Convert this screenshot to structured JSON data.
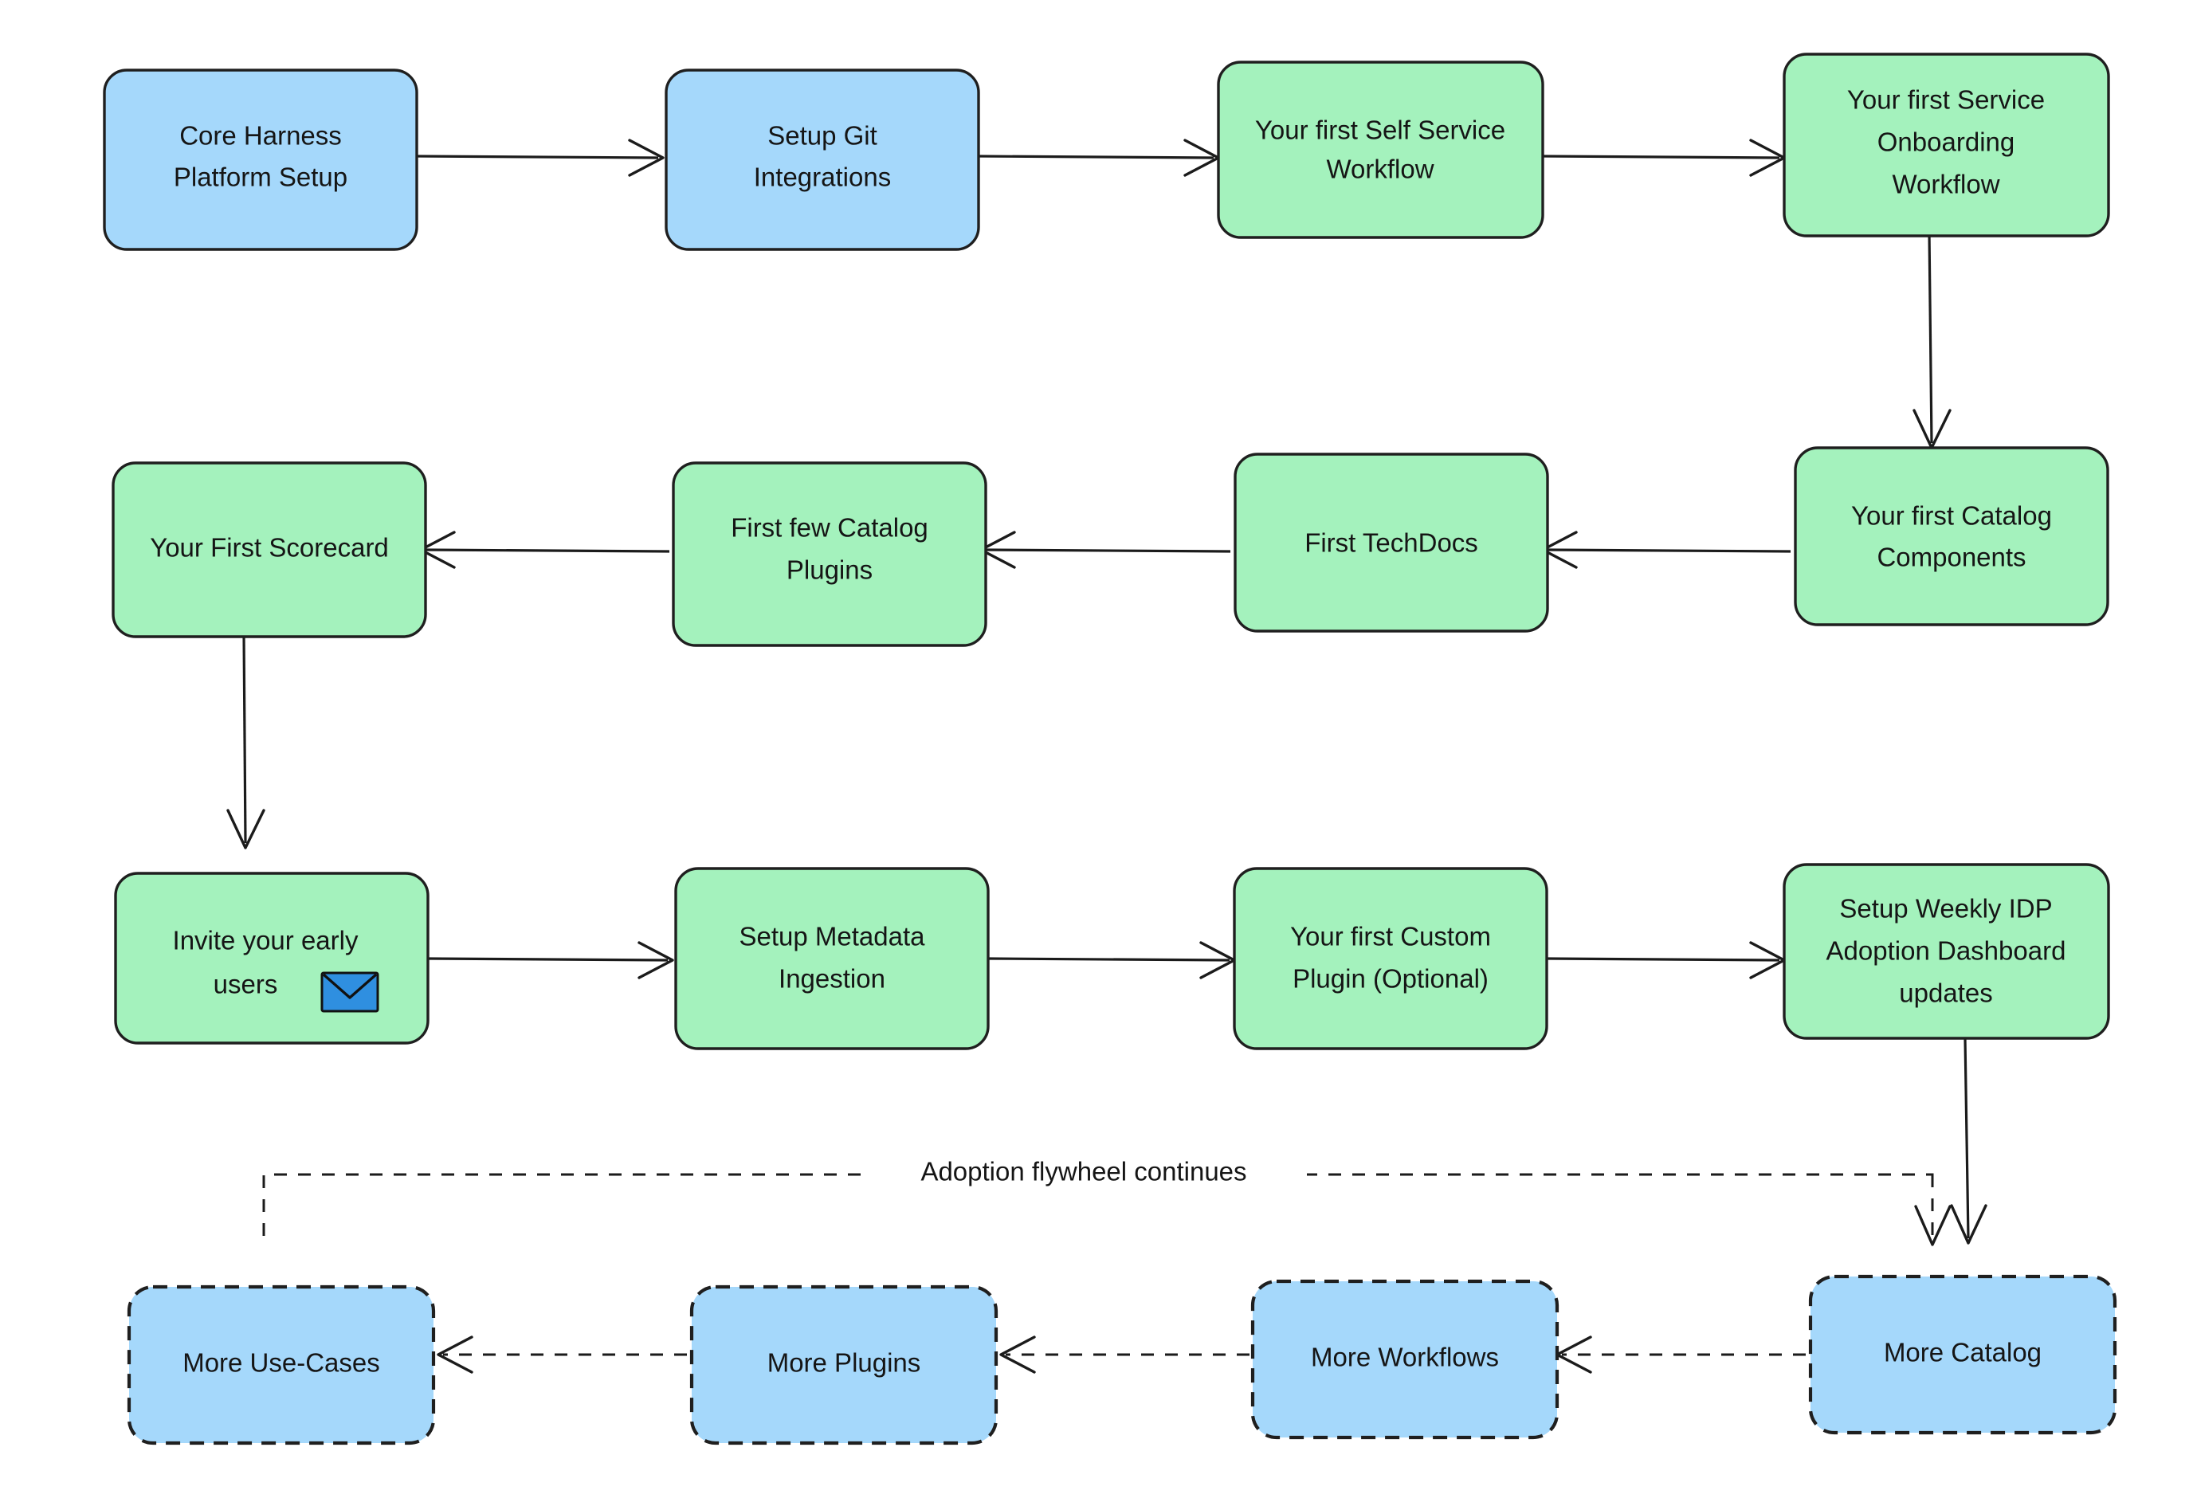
{
  "diagram": {
    "type": "flowchart",
    "orientation": "left-to-right, serpentine, 4 rows",
    "background_color": "#ffffff",
    "palette": {
      "blue_fill": "#a5d8fb",
      "green_fill": "#a4f2bd",
      "stroke": "#1f1f1f",
      "text": "#151515",
      "envelope_blue": "#2f8fe0"
    },
    "edge_label": "Adoption flywheel continues",
    "nodes": [
      {
        "id": "n1",
        "label_line1": "Core Harness",
        "label_line2": "Platform Setup",
        "label_line3": "",
        "fill": "blue",
        "border": "solid",
        "row": 1
      },
      {
        "id": "n2",
        "label_line1": "Setup Git",
        "label_line2": "Integrations",
        "label_line3": "",
        "fill": "blue",
        "border": "solid",
        "row": 1
      },
      {
        "id": "n3",
        "label_line1": "Your first Self Service",
        "label_line2": "Workflow",
        "label_line3": "",
        "fill": "green",
        "border": "solid",
        "row": 1
      },
      {
        "id": "n4",
        "label_line1": "Your first Service",
        "label_line2": "Onboarding",
        "label_line3": "Workflow",
        "fill": "green",
        "border": "solid",
        "row": 1
      },
      {
        "id": "n5",
        "label_line1": "Your first Catalog",
        "label_line2": "Components",
        "label_line3": "",
        "fill": "green",
        "border": "solid",
        "row": 2
      },
      {
        "id": "n6",
        "label_line1": "First TechDocs",
        "label_line2": "",
        "label_line3": "",
        "fill": "green",
        "border": "solid",
        "row": 2
      },
      {
        "id": "n7",
        "label_line1": "First few Catalog",
        "label_line2": "Plugins",
        "label_line3": "",
        "fill": "green",
        "border": "solid",
        "row": 2
      },
      {
        "id": "n8",
        "label_line1": "Your First Scorecard",
        "label_line2": "",
        "label_line3": "",
        "fill": "green",
        "border": "solid",
        "row": 2
      },
      {
        "id": "n9",
        "label_line1": "Invite your early",
        "label_line2": "users",
        "label_line3": "",
        "fill": "green",
        "border": "solid",
        "row": 3,
        "icon": "envelope-emoji"
      },
      {
        "id": "n10",
        "label_line1": "Setup Metadata",
        "label_line2": "Ingestion",
        "label_line3": "",
        "fill": "green",
        "border": "solid",
        "row": 3
      },
      {
        "id": "n11",
        "label_line1": "Your first Custom",
        "label_line2": "Plugin (Optional)",
        "label_line3": "",
        "fill": "green",
        "border": "solid",
        "row": 3
      },
      {
        "id": "n12",
        "label_line1": "Setup Weekly IDP",
        "label_line2": "Adoption Dashboard",
        "label_line3": "updates",
        "fill": "green",
        "border": "solid",
        "row": 3
      },
      {
        "id": "n13",
        "label_line1": "More Catalog",
        "label_line2": "",
        "label_line3": "",
        "fill": "blue",
        "border": "dashed",
        "row": 4
      },
      {
        "id": "n14",
        "label_line1": "More Workflows",
        "label_line2": "",
        "label_line3": "",
        "fill": "blue",
        "border": "dashed",
        "row": 4
      },
      {
        "id": "n15",
        "label_line1": "More Plugins",
        "label_line2": "",
        "label_line3": "",
        "fill": "blue",
        "border": "dashed",
        "row": 4
      },
      {
        "id": "n16",
        "label_line1": "More Use-Cases",
        "label_line2": "",
        "label_line3": "",
        "fill": "blue",
        "border": "dashed",
        "row": 4
      }
    ],
    "edges": [
      {
        "from": "n1",
        "to": "n2",
        "style": "solid",
        "direction": "right"
      },
      {
        "from": "n2",
        "to": "n3",
        "style": "solid",
        "direction": "right"
      },
      {
        "from": "n3",
        "to": "n4",
        "style": "solid",
        "direction": "right"
      },
      {
        "from": "n4",
        "to": "n5",
        "style": "solid",
        "direction": "down"
      },
      {
        "from": "n5",
        "to": "n6",
        "style": "solid",
        "direction": "left"
      },
      {
        "from": "n6",
        "to": "n7",
        "style": "solid",
        "direction": "left"
      },
      {
        "from": "n7",
        "to": "n8",
        "style": "solid",
        "direction": "left"
      },
      {
        "from": "n8",
        "to": "n9",
        "style": "solid",
        "direction": "down"
      },
      {
        "from": "n9",
        "to": "n10",
        "style": "solid",
        "direction": "right"
      },
      {
        "from": "n10",
        "to": "n11",
        "style": "solid",
        "direction": "right"
      },
      {
        "from": "n11",
        "to": "n12",
        "style": "solid",
        "direction": "right"
      },
      {
        "from": "n12",
        "to": "n13",
        "style": "solid",
        "direction": "down"
      },
      {
        "from": "n13",
        "to": "n14",
        "style": "dashed",
        "direction": "left"
      },
      {
        "from": "n14",
        "to": "n15",
        "style": "dashed",
        "direction": "left"
      },
      {
        "from": "n15",
        "to": "n16",
        "style": "dashed",
        "direction": "left"
      },
      {
        "from": "n13",
        "to": "n16",
        "style": "dashed",
        "direction": "loop",
        "label": "Adoption flywheel continues"
      }
    ]
  }
}
